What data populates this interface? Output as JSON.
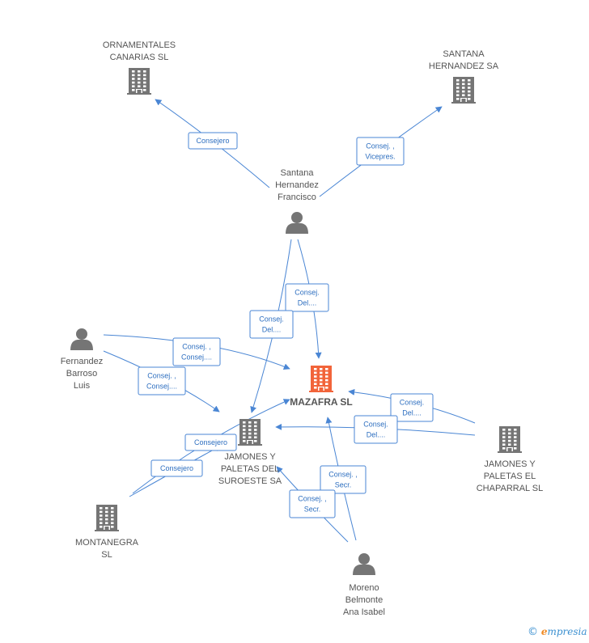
{
  "colors": {
    "edge": "#4a86d4",
    "company": "#757575",
    "person": "#757575",
    "focus": "#f2643a"
  },
  "nodes": [
    {
      "id": "mazafra",
      "type": "company",
      "focus": true,
      "label_lines": [
        "MAZAFRA SL"
      ]
    },
    {
      "id": "ornamentales",
      "type": "company",
      "label_lines": [
        "ORNAMENTALES",
        "CANARIAS SL"
      ]
    },
    {
      "id": "santana_sa",
      "type": "company",
      "label_lines": [
        "SANTANA",
        "HERNANDEZ SA"
      ]
    },
    {
      "id": "santana_fr",
      "type": "person",
      "label_lines": [
        "Santana",
        "Hernandez",
        "Francisco"
      ]
    },
    {
      "id": "fernandez",
      "type": "person",
      "label_lines": [
        "Fernandez",
        "Barroso",
        "Luis"
      ]
    },
    {
      "id": "jamones_so",
      "type": "company",
      "label_lines": [
        "JAMONES Y",
        "PALETAS DEL",
        "SUROESTE SA"
      ]
    },
    {
      "id": "jamones_ch",
      "type": "company",
      "label_lines": [
        "JAMONES Y",
        "PALETAS EL",
        "CHAPARRAL  SL"
      ]
    },
    {
      "id": "montanegra",
      "type": "company",
      "label_lines": [
        "MONTANEGRA",
        "SL"
      ]
    },
    {
      "id": "moreno",
      "type": "person",
      "label_lines": [
        "Moreno",
        "Belmonte",
        "Ana Isabel"
      ]
    }
  ],
  "edges": [
    {
      "id": "e1",
      "label_lines": [
        "Consejero"
      ]
    },
    {
      "id": "e2",
      "label_lines": [
        "Consej. ,",
        "Vicepres."
      ]
    },
    {
      "id": "e3",
      "label_lines": [
        "Consej.",
        "Del...."
      ]
    },
    {
      "id": "e4",
      "label_lines": [
        "Consej.",
        "Del...."
      ]
    },
    {
      "id": "e5",
      "label_lines": [
        "Consej. ,",
        "Consej...."
      ]
    },
    {
      "id": "e6",
      "label_lines": [
        "Consej. ,",
        "Consej...."
      ]
    },
    {
      "id": "e7",
      "label_lines": [
        "Consej.",
        "Del...."
      ]
    },
    {
      "id": "e8",
      "label_lines": [
        "Consej.",
        "Del...."
      ]
    },
    {
      "id": "e9",
      "label_lines": [
        "Consejero"
      ]
    },
    {
      "id": "e10",
      "label_lines": [
        "Consejero"
      ]
    },
    {
      "id": "e11",
      "label_lines": [
        "Consej. ,",
        "Secr."
      ]
    },
    {
      "id": "e12",
      "label_lines": [
        "Consej. ,",
        "Secr."
      ]
    }
  ],
  "brand": {
    "copyright": "©",
    "e": "e",
    "rest": "mpresia"
  }
}
